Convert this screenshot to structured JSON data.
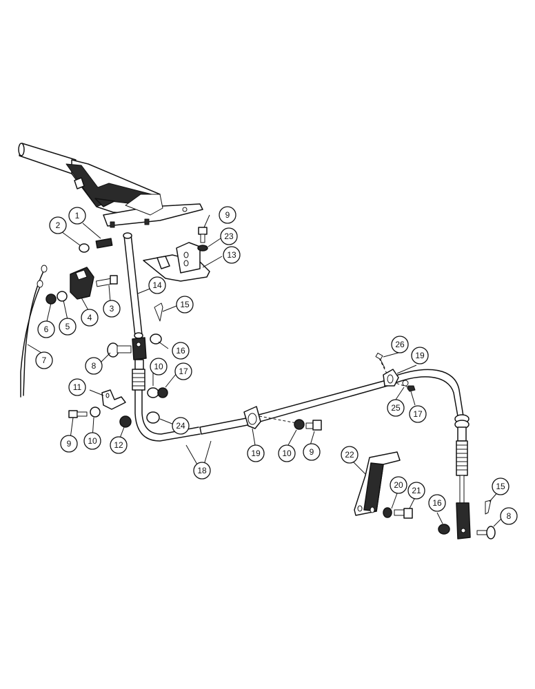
{
  "diagram": {
    "type": "exploded-parts-view",
    "colors": {
      "ink": "#111111",
      "paper": "#ffffff",
      "shade": "#2a2a2a"
    },
    "callouts": [
      {
        "id": "c1",
        "label": "1"
      },
      {
        "id": "c2",
        "label": "2"
      },
      {
        "id": "c3",
        "label": "3"
      },
      {
        "id": "c4",
        "label": "4"
      },
      {
        "id": "c5",
        "label": "5"
      },
      {
        "id": "c6",
        "label": "6"
      },
      {
        "id": "c7",
        "label": "7"
      },
      {
        "id": "c8a",
        "label": "8"
      },
      {
        "id": "c8b",
        "label": "8"
      },
      {
        "id": "c9a",
        "label": "9"
      },
      {
        "id": "c9b",
        "label": "9"
      },
      {
        "id": "c9c",
        "label": "9"
      },
      {
        "id": "c10a",
        "label": "10"
      },
      {
        "id": "c10b",
        "label": "10"
      },
      {
        "id": "c10c",
        "label": "10"
      },
      {
        "id": "c11",
        "label": "11"
      },
      {
        "id": "c12",
        "label": "12"
      },
      {
        "id": "c13",
        "label": "13"
      },
      {
        "id": "c14",
        "label": "14"
      },
      {
        "id": "c15a",
        "label": "15"
      },
      {
        "id": "c15b",
        "label": "15"
      },
      {
        "id": "c16a",
        "label": "16"
      },
      {
        "id": "c16b",
        "label": "16"
      },
      {
        "id": "c17a",
        "label": "17"
      },
      {
        "id": "c17b",
        "label": "17"
      },
      {
        "id": "c18",
        "label": "18"
      },
      {
        "id": "c19a",
        "label": "19"
      },
      {
        "id": "c19b",
        "label": "19"
      },
      {
        "id": "c20",
        "label": "20"
      },
      {
        "id": "c21",
        "label": "21"
      },
      {
        "id": "c22",
        "label": "22"
      },
      {
        "id": "c23",
        "label": "23"
      },
      {
        "id": "c24",
        "label": "24"
      },
      {
        "id": "c25",
        "label": "25"
      },
      {
        "id": "c26",
        "label": "26"
      }
    ]
  }
}
